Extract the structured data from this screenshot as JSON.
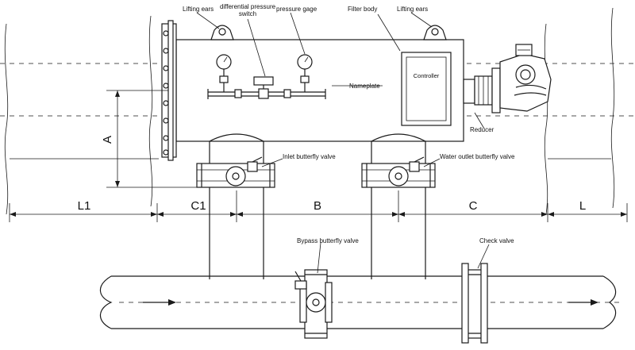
{
  "labels": {
    "lifting_ears_left": "Lifting ears",
    "dp_switch_line1": "differential pressure",
    "dp_switch_line2": "switch",
    "pressure_gage": "pressure gage",
    "filter_body": "Filter body",
    "lifting_ears_right": "Lifting ears",
    "controller": "Controller",
    "nameplate": "Nameplate",
    "reducer": "Reducer",
    "inlet_valve": "Inlet butterfly valve",
    "outlet_valve": "Water outlet butterfly valve",
    "bypass_valve": "Bypass butterfly valve",
    "check_valve": "Check valve"
  },
  "dimensions": {
    "A": "A",
    "L1": "L1",
    "C1": "C1",
    "B": "B",
    "C": "C",
    "L": "L"
  }
}
